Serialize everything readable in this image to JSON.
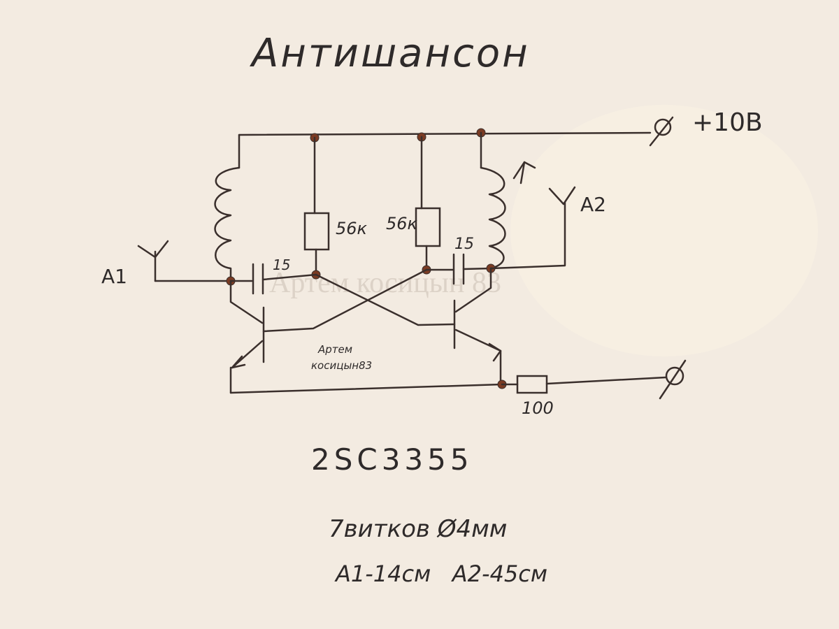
{
  "title": "Антишансон",
  "supply_label": "+10В",
  "antenna1_label": "А1",
  "antenna2_label": "А2",
  "resistor_left_label": "56к",
  "resistor_right_label": "56к",
  "cap_left_label": "15",
  "cap_right_label": "15",
  "resistor_emitter_label": "100",
  "handwritten_author": [
    "Артем",
    "косицын83"
  ],
  "watermark": "Артем косицын 83",
  "transistor_label": "2SC3355",
  "coil_note": "7витков Ø4мм",
  "antenna_note": "А1-14см   А2-45см",
  "colors": {
    "paper": "#f3ebe1",
    "ink": "#2e2a2a",
    "junction": "#7a3b23"
  }
}
